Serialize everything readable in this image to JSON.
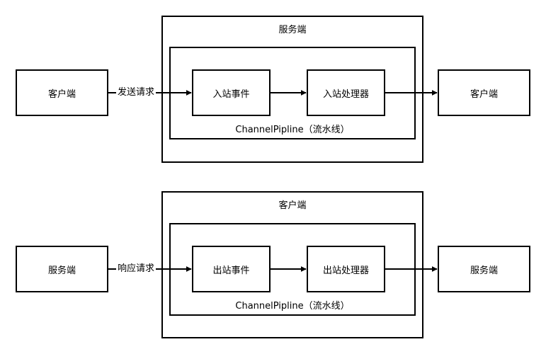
{
  "diagrams": [
    {
      "server_title": "服务端",
      "pipeline_label": "ChannelPipline（流水线）",
      "left_node": "客户端",
      "edge_label": "发送请求",
      "event_node": "入站事件",
      "handler_node": "入站处理器",
      "right_node": "客户端"
    },
    {
      "server_title": "客户端",
      "pipeline_label": "ChannelPipline（流水线）",
      "left_node": "服务端",
      "edge_label": "响应请求",
      "event_node": "出站事件",
      "handler_node": "出站处理器",
      "right_node": "服务端"
    }
  ]
}
